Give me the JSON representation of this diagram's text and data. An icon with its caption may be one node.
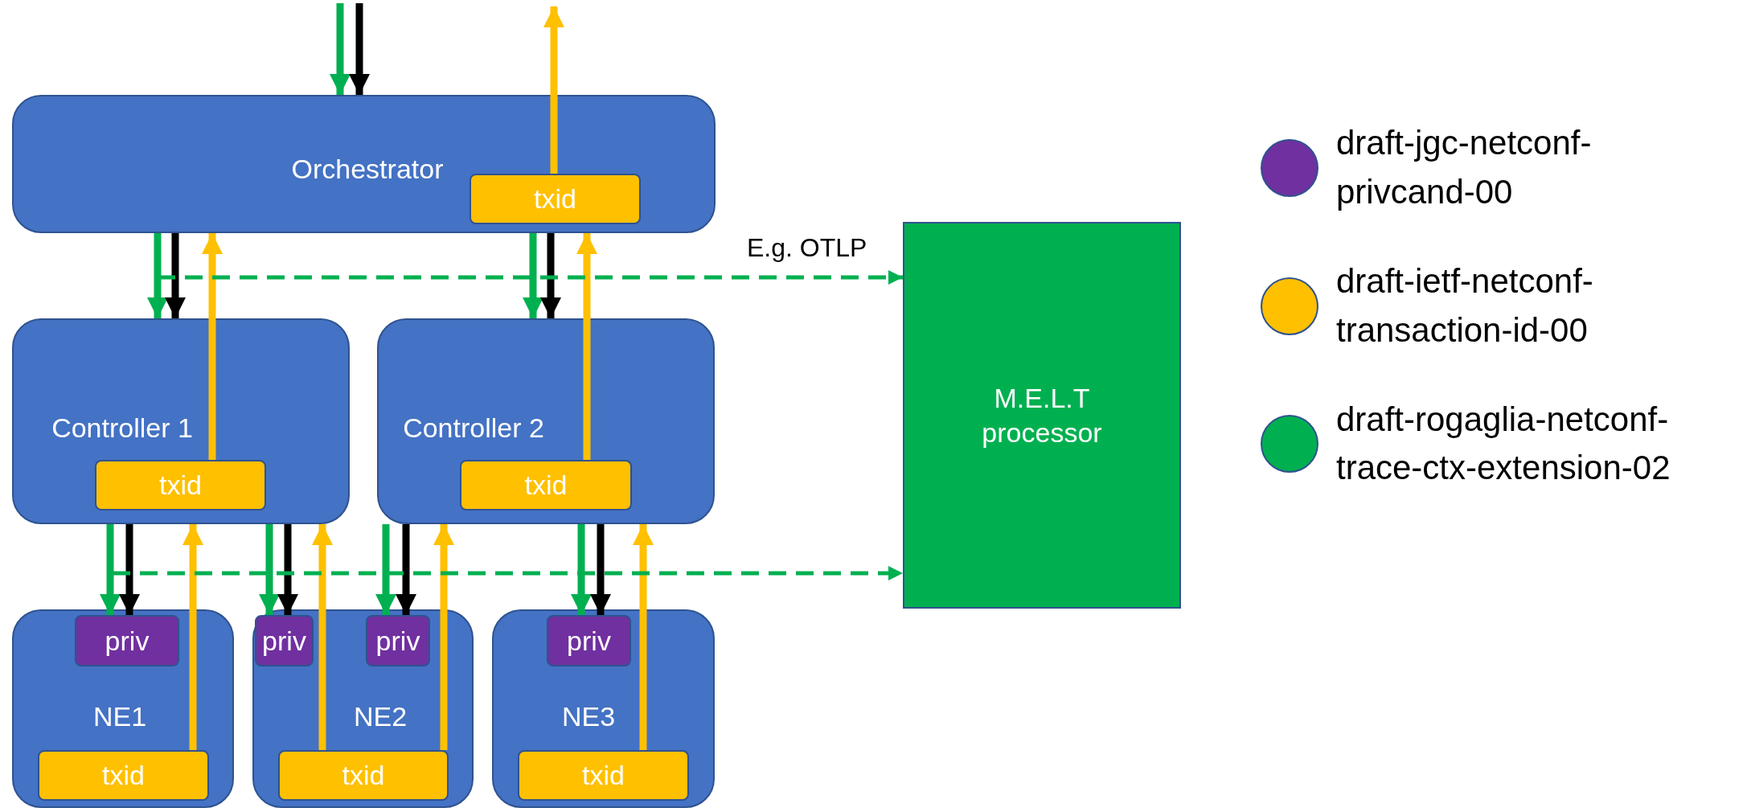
{
  "diagram": {
    "nodes": [
      {
        "text": [
          "Orchestrator"
        ]
      },
      {
        "text": [
          "txid"
        ],
        "in": 0
      },
      {
        "text": [
          "Controller 1"
        ]
      },
      {
        "text": [
          "txid"
        ],
        "in": 2
      },
      {
        "text": [
          "Controller 2"
        ]
      },
      {
        "text": [
          "txid"
        ],
        "in": 4
      },
      {
        "text": [
          "M.E.L.T processor"
        ]
      },
      {
        "text": [
          "NE1"
        ]
      },
      {
        "text": [
          "priv"
        ],
        "in": 7
      },
      {
        "text": [
          "txid"
        ],
        "in": 7
      },
      {
        "text": [
          "NE2"
        ]
      },
      {
        "text": [
          "priv"
        ],
        "in": 10
      },
      {
        "text": [
          "priv"
        ],
        "in": 10
      },
      {
        "text": [
          "txid"
        ],
        "in": 10
      },
      {
        "text": [
          "NE3"
        ]
      },
      {
        "text": [
          "priv"
        ],
        "in": 14
      },
      {
        "text": [
          "txid"
        ],
        "in": 14
      }
    ],
    "edges": [
      {
        "from": null,
        "to": 0,
        "arrow": "to",
        "color": "#00b050"
      },
      {
        "from": null,
        "to": 0,
        "arrow": "to",
        "color": "#000000"
      },
      {
        "from": 1,
        "to": null,
        "arrow": "to",
        "color": "#ffc000"
      },
      {
        "from": 0,
        "to": 2,
        "arrow": "to",
        "color": "#00b050"
      },
      {
        "from": 0,
        "to": 2,
        "arrow": "to",
        "color": "#000000"
      },
      {
        "from": 3,
        "to": 0,
        "arrow": "to",
        "color": "#ffc000"
      },
      {
        "from": 0,
        "to": 4,
        "arrow": "to",
        "color": "#00b050"
      },
      {
        "from": 0,
        "to": 4,
        "arrow": "to",
        "color": "#000000"
      },
      {
        "from": 5,
        "to": 0,
        "arrow": "to",
        "color": "#ffc000"
      },
      {
        "from": null,
        "to": 6,
        "arrow": "to",
        "label": "E.g. OTLP",
        "style": "dashed",
        "color": "#00b050"
      },
      {
        "from": 2,
        "to": 8,
        "arrow": "to",
        "color": "#00b050"
      },
      {
        "from": 2,
        "to": 8,
        "arrow": "to",
        "color": "#000000"
      },
      {
        "from": 9,
        "to": 2,
        "arrow": "to",
        "color": "#ffc000"
      },
      {
        "from": 2,
        "to": 11,
        "arrow": "to",
        "color": "#00b050"
      },
      {
        "from": 2,
        "to": 11,
        "arrow": "to",
        "color": "#000000"
      },
      {
        "from": 13,
        "to": 2,
        "arrow": "to",
        "color": "#ffc000"
      },
      {
        "from": 4,
        "to": 12,
        "arrow": "to",
        "color": "#00b050"
      },
      {
        "from": 4,
        "to": 12,
        "arrow": "to",
        "color": "#000000"
      },
      {
        "from": 13,
        "to": 4,
        "arrow": "to",
        "color": "#ffc000"
      },
      {
        "from": 4,
        "to": 15,
        "arrow": "to",
        "color": "#00b050"
      },
      {
        "from": 4,
        "to": 15,
        "arrow": "to",
        "color": "#000000"
      },
      {
        "from": 16,
        "to": 4,
        "arrow": "to",
        "color": "#ffc000"
      },
      {
        "from": null,
        "to": 6,
        "arrow": "to",
        "style": "dashed",
        "color": "#00b050"
      }
    ],
    "legend": [
      {
        "text": "draft-jgc-netconf-privcand-00",
        "color": "#7030a0"
      },
      {
        "text": "draft-ietf-netconf-transaction-id-00",
        "color": "#ffc000"
      },
      {
        "text": "draft-rogaglia-netconf-trace-ctx-extension-02",
        "color": "#00b050"
      }
    ]
  }
}
